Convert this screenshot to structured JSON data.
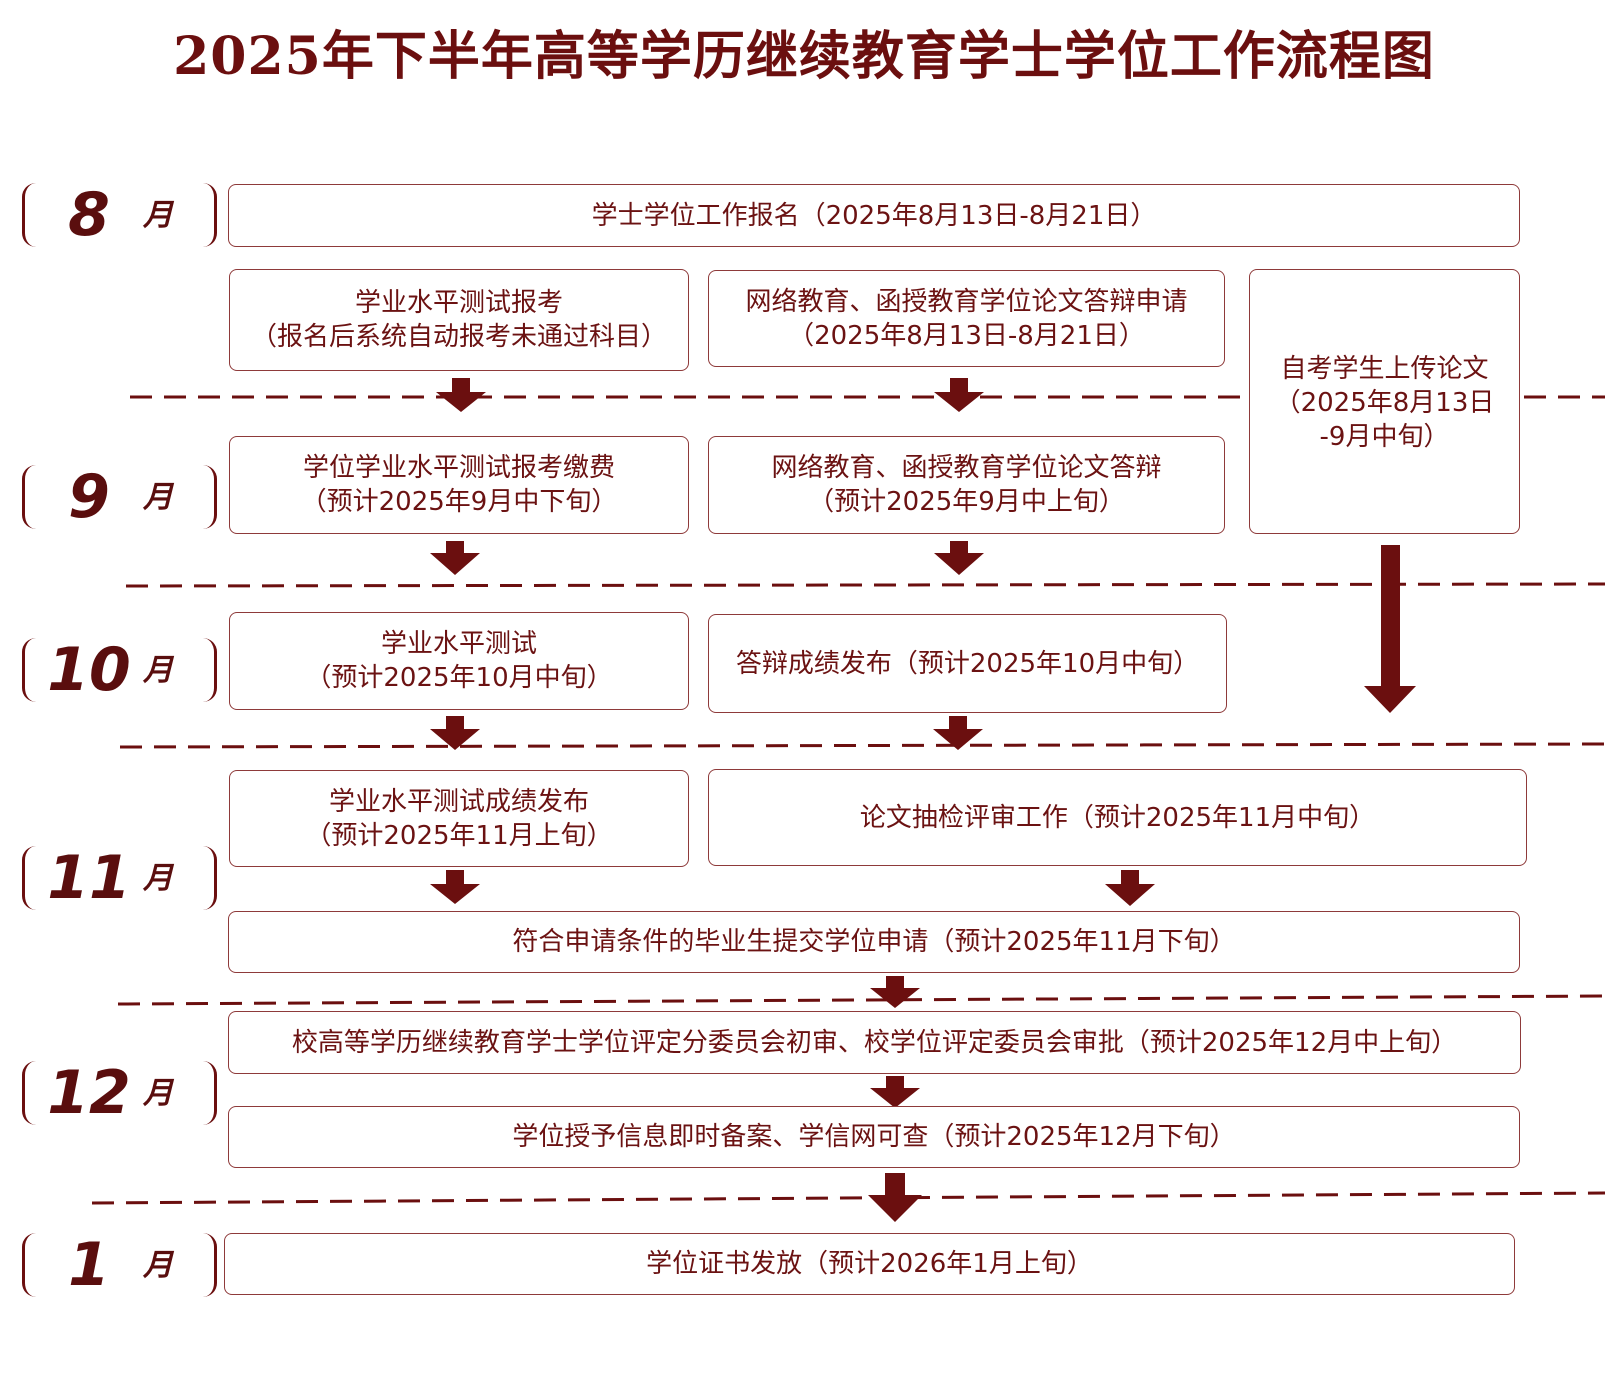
{
  "title": "2025年下半年高等学历继续教育学士学位工作流程图",
  "months": [
    {
      "num": "8",
      "unit": "月"
    },
    {
      "num": "9",
      "unit": "月"
    },
    {
      "num": "10",
      "unit": "月"
    },
    {
      "num": "11",
      "unit": "月"
    },
    {
      "num": "12",
      "unit": "月"
    },
    {
      "num": "1",
      "unit": "月"
    }
  ],
  "steps": {
    "registration": "学士学位工作报名（2025年8月13日-8月21日）",
    "level_test_signup": [
      "学业水平测试报考",
      "（报名后系统自动报考未通过科目）"
    ],
    "defense_application": [
      "网络教育、函授教育学位论文答辩申请",
      "（2025年8月13日-8月21日）"
    ],
    "self_study_upload": [
      "自考学生上传论文",
      "（2025年8月13日",
      "-9月中旬）"
    ],
    "test_fee": [
      "学位学业水平测试报考缴费",
      "（预计2025年9月中下旬）"
    ],
    "defense": [
      "网络教育、函授教育学位论文答辩",
      "（预计2025年9月中上旬）"
    ],
    "level_test": [
      "学业水平测试",
      "（预计2025年10月中旬）"
    ],
    "defense_results": "答辩成绩发布（预计2025年10月中旬）",
    "test_results": [
      "学业水平测试成绩发布",
      "（预计2025年11月上旬）"
    ],
    "thesis_review": "论文抽检评审工作（预计2025年11月中旬）",
    "degree_application": "符合申请条件的毕业生提交学位申请（预计2025年11月下旬）",
    "committee_review": "校高等学历继续教育学士学位评定分委员会初审、校学位评定委员会审批（预计2025年12月中上旬）",
    "filing": "学位授予信息即时备案、学信网可查（预计2025年12月下旬）",
    "certificate": "学位证书发放（预计2026年1月上旬）"
  },
  "colors": {
    "primary": "#6b0f0f",
    "border": "#8e3a3a"
  }
}
